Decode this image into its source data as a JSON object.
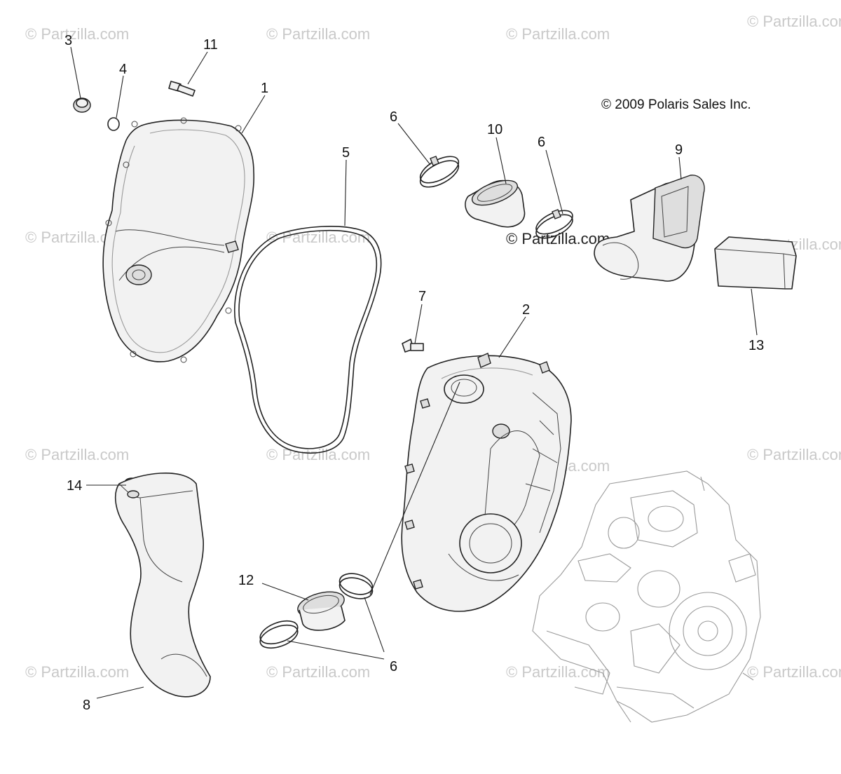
{
  "copyright": "© 2009 Polaris Sales Inc.",
  "watermark_text": "© Partzilla.com",
  "watermark_center": "© Partzilla.com",
  "callouts": {
    "c1": "1",
    "c2": "2",
    "c3": "3",
    "c4": "4",
    "c5": "5",
    "c6a": "6",
    "c6b": "6",
    "c6c": "6",
    "c7": "7",
    "c8": "8",
    "c9": "9",
    "c10": "10",
    "c11": "11",
    "c12": "12",
    "c13": "13",
    "c14": "14"
  },
  "colors": {
    "line": "#222222",
    "watermark": "#c9c9c9",
    "background": "#ffffff"
  }
}
